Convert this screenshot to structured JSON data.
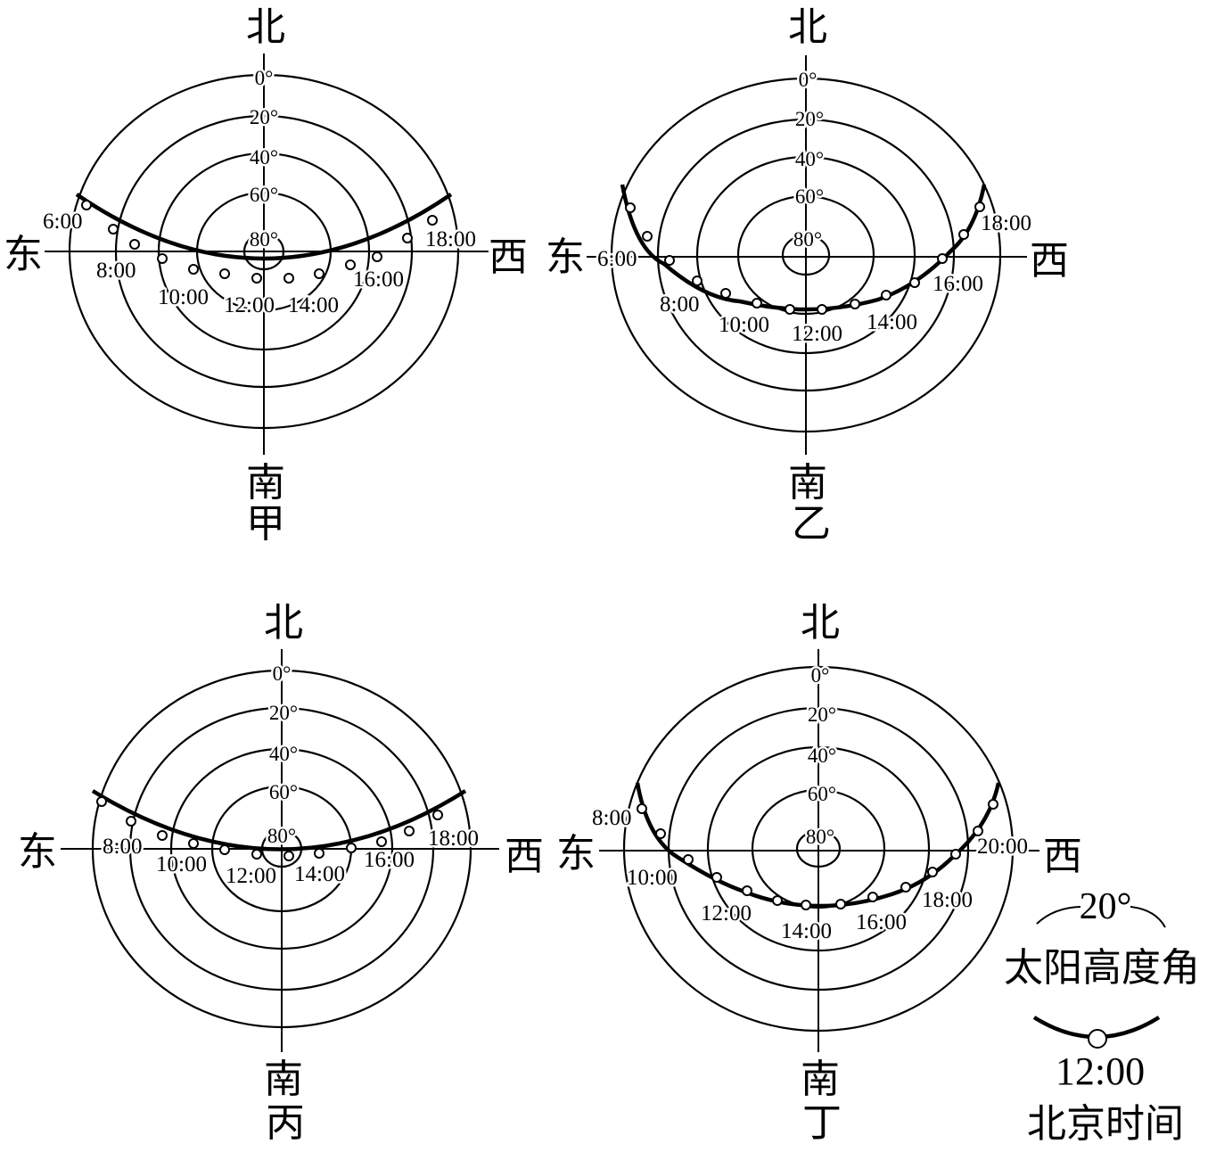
{
  "diagrams": [
    {
      "label": "甲",
      "directions": {
        "north": "北",
        "south": "南",
        "east": "东",
        "west": "西"
      },
      "rings": [
        "0°",
        "20°",
        "40°",
        "60°",
        "80°"
      ],
      "times": [
        "6:00",
        "8:00",
        "10:00",
        "12:00",
        "14:00",
        "16:00",
        "18:00"
      ]
    },
    {
      "label": "乙",
      "directions": {
        "north": "北",
        "south": "南",
        "east": "东",
        "west": "西"
      },
      "rings": [
        "0°",
        "20°",
        "40°",
        "60°",
        "80°"
      ],
      "times": [
        "6:00",
        "8:00",
        "10:00",
        "12:00",
        "14:00",
        "16:00",
        "18:00"
      ]
    },
    {
      "label": "丙",
      "directions": {
        "north": "北",
        "south": "南",
        "east": "东",
        "west": "西"
      },
      "rings": [
        "0°",
        "20°",
        "40°",
        "60°",
        "80°"
      ],
      "times": [
        "8:00",
        "10:00",
        "12:00",
        "14:00",
        "16:00",
        "18:00"
      ]
    },
    {
      "label": "丁",
      "directions": {
        "north": "北",
        "south": "南",
        "east": "东",
        "west": "西"
      },
      "rings": [
        "0°",
        "20°",
        "40°",
        "60°",
        "80°"
      ],
      "times": [
        "8:00",
        "10:00",
        "12:00",
        "14:00",
        "16:00",
        "18:00",
        "20:00"
      ]
    }
  ],
  "legend": {
    "angle": "20°",
    "angle_label": "太阳高度角",
    "time": "12:00",
    "time_label": "北京时间"
  }
}
